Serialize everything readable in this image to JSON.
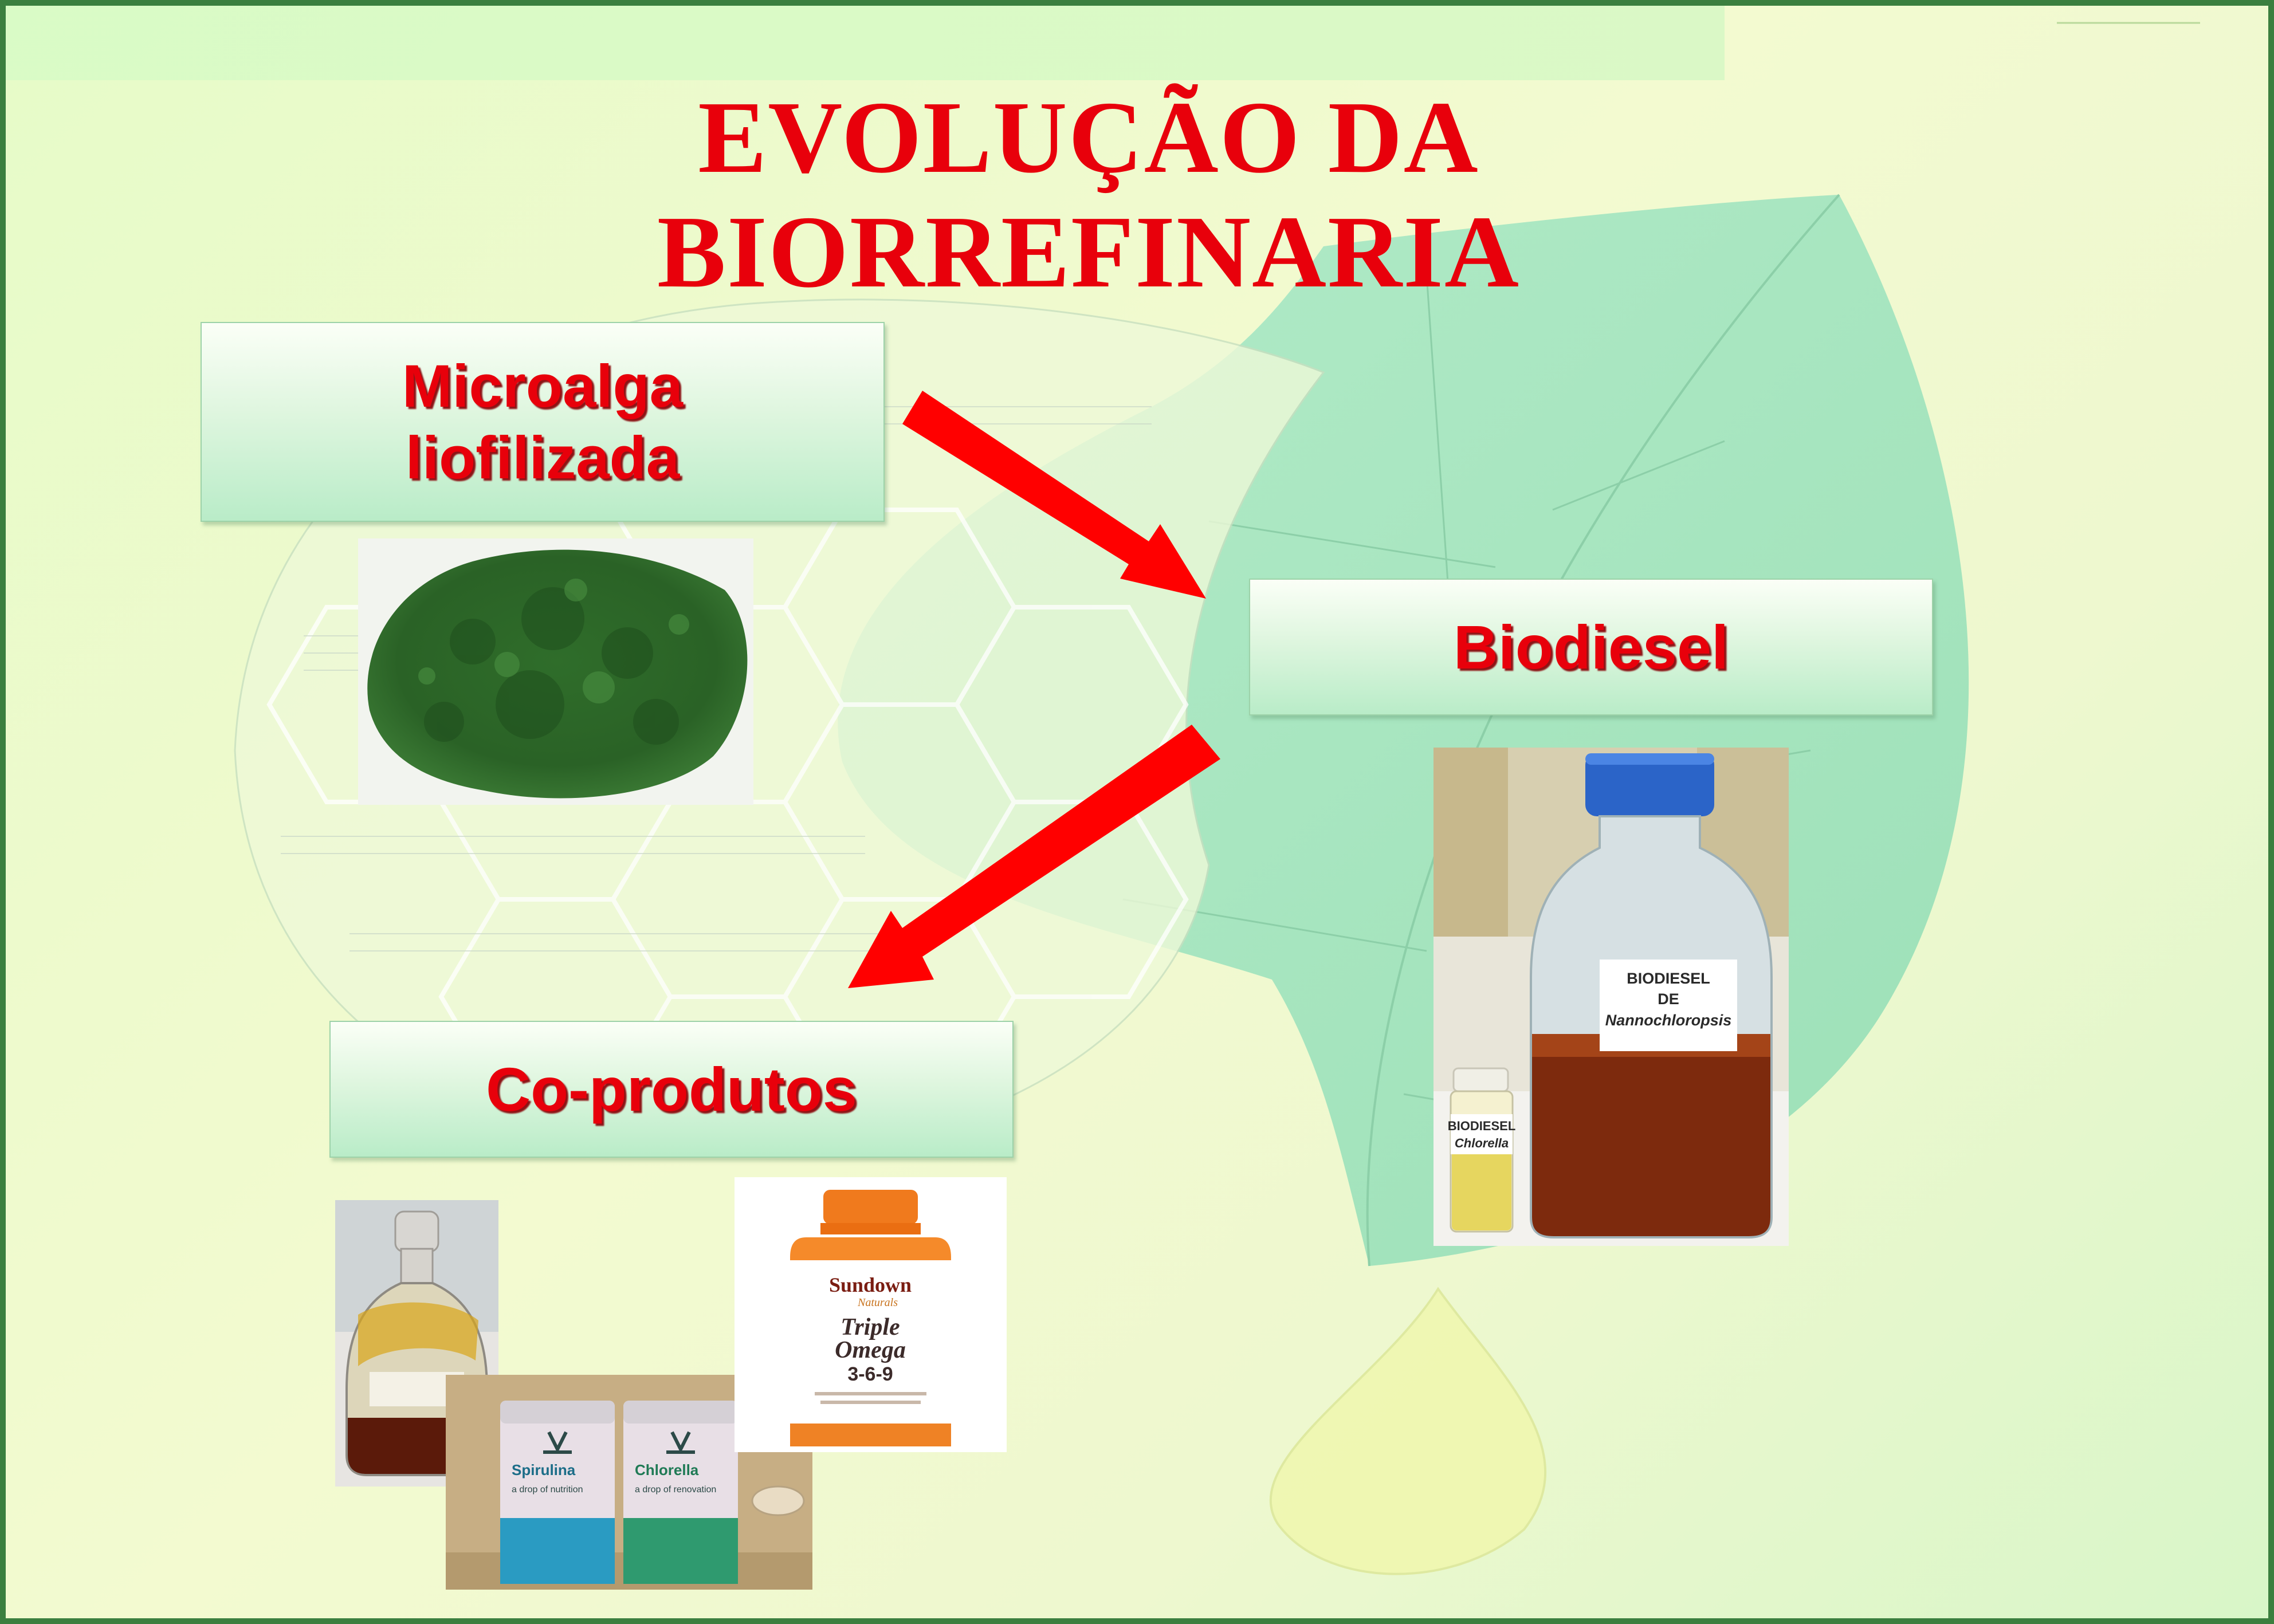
{
  "slide": {
    "title_line1": "EVOLUÇÃO DA",
    "title_line2": "BIORREFINARIA"
  },
  "boxes": {
    "microalga_line1": "Microalga",
    "microalga_line2": "liofilizada",
    "biodiesel": "Biodiesel",
    "coprodutos": "Co-produtos"
  },
  "photos": {
    "biodiesel_bottle_label_line1": "BIODIESEL",
    "biodiesel_bottle_label_line2": "DE",
    "biodiesel_bottle_label_line3": "Nannochloropsis",
    "vial_label_line1": "BIODIESEL",
    "vial_label_line2": "Chlorella",
    "omega_brand": "Sundown",
    "omega_sub": "Naturals",
    "omega_line1": "Triple",
    "omega_line2": "Omega",
    "omega_line3": "3-6-9",
    "can1_name": "Spirulina",
    "can1_tag": "a drop of nutrition",
    "can2_name": "Chlorella",
    "can2_tag": "a drop of renovation"
  },
  "colors": {
    "title_red": "#e8000b",
    "arrow_red": "#ff0000",
    "border_green": "#3b7f3f",
    "leaf_green": "#9fe5bf"
  }
}
